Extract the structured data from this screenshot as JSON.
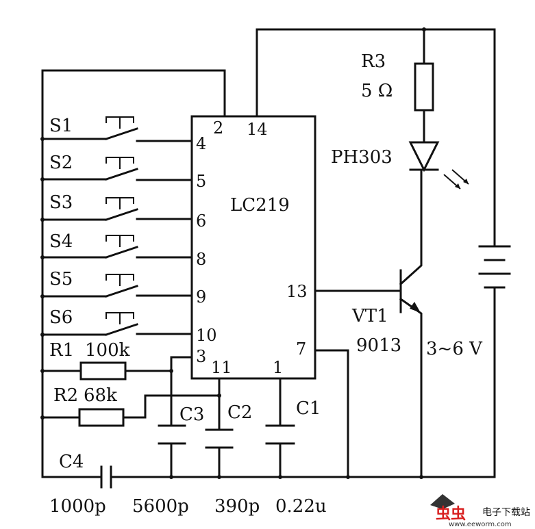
{
  "ic": {
    "name": "LC219",
    "pins": {
      "p2": "2",
      "p14": "14",
      "p4": "4",
      "p5": "5",
      "p6": "6",
      "p8": "8",
      "p9": "9",
      "p10": "10",
      "p3": "3",
      "p11": "11",
      "p1": "1",
      "p7": "7",
      "p13": "13"
    }
  },
  "switches": [
    "S1",
    "S2",
    "S3",
    "S4",
    "S5",
    "S6"
  ],
  "r1": {
    "name": "R1",
    "value": "100k"
  },
  "r2": {
    "name": "R2",
    "value": "68k"
  },
  "r3": {
    "name": "R3",
    "value": "5 Ω"
  },
  "led": {
    "name": "PH303"
  },
  "transistor": {
    "name": "VT1",
    "model": "9013"
  },
  "battery": {
    "voltage": "3~6 V"
  },
  "caps": {
    "c1": {
      "name": "C1",
      "value": "0.22u"
    },
    "c2": {
      "name": "C2",
      "value": "390p"
    },
    "c3": {
      "name": "C3",
      "value": "5600p"
    },
    "c4": {
      "name": "C4",
      "value": "1000p"
    }
  },
  "watermark": {
    "title": "电子下载站",
    "url": "www.eeworm.com"
  }
}
